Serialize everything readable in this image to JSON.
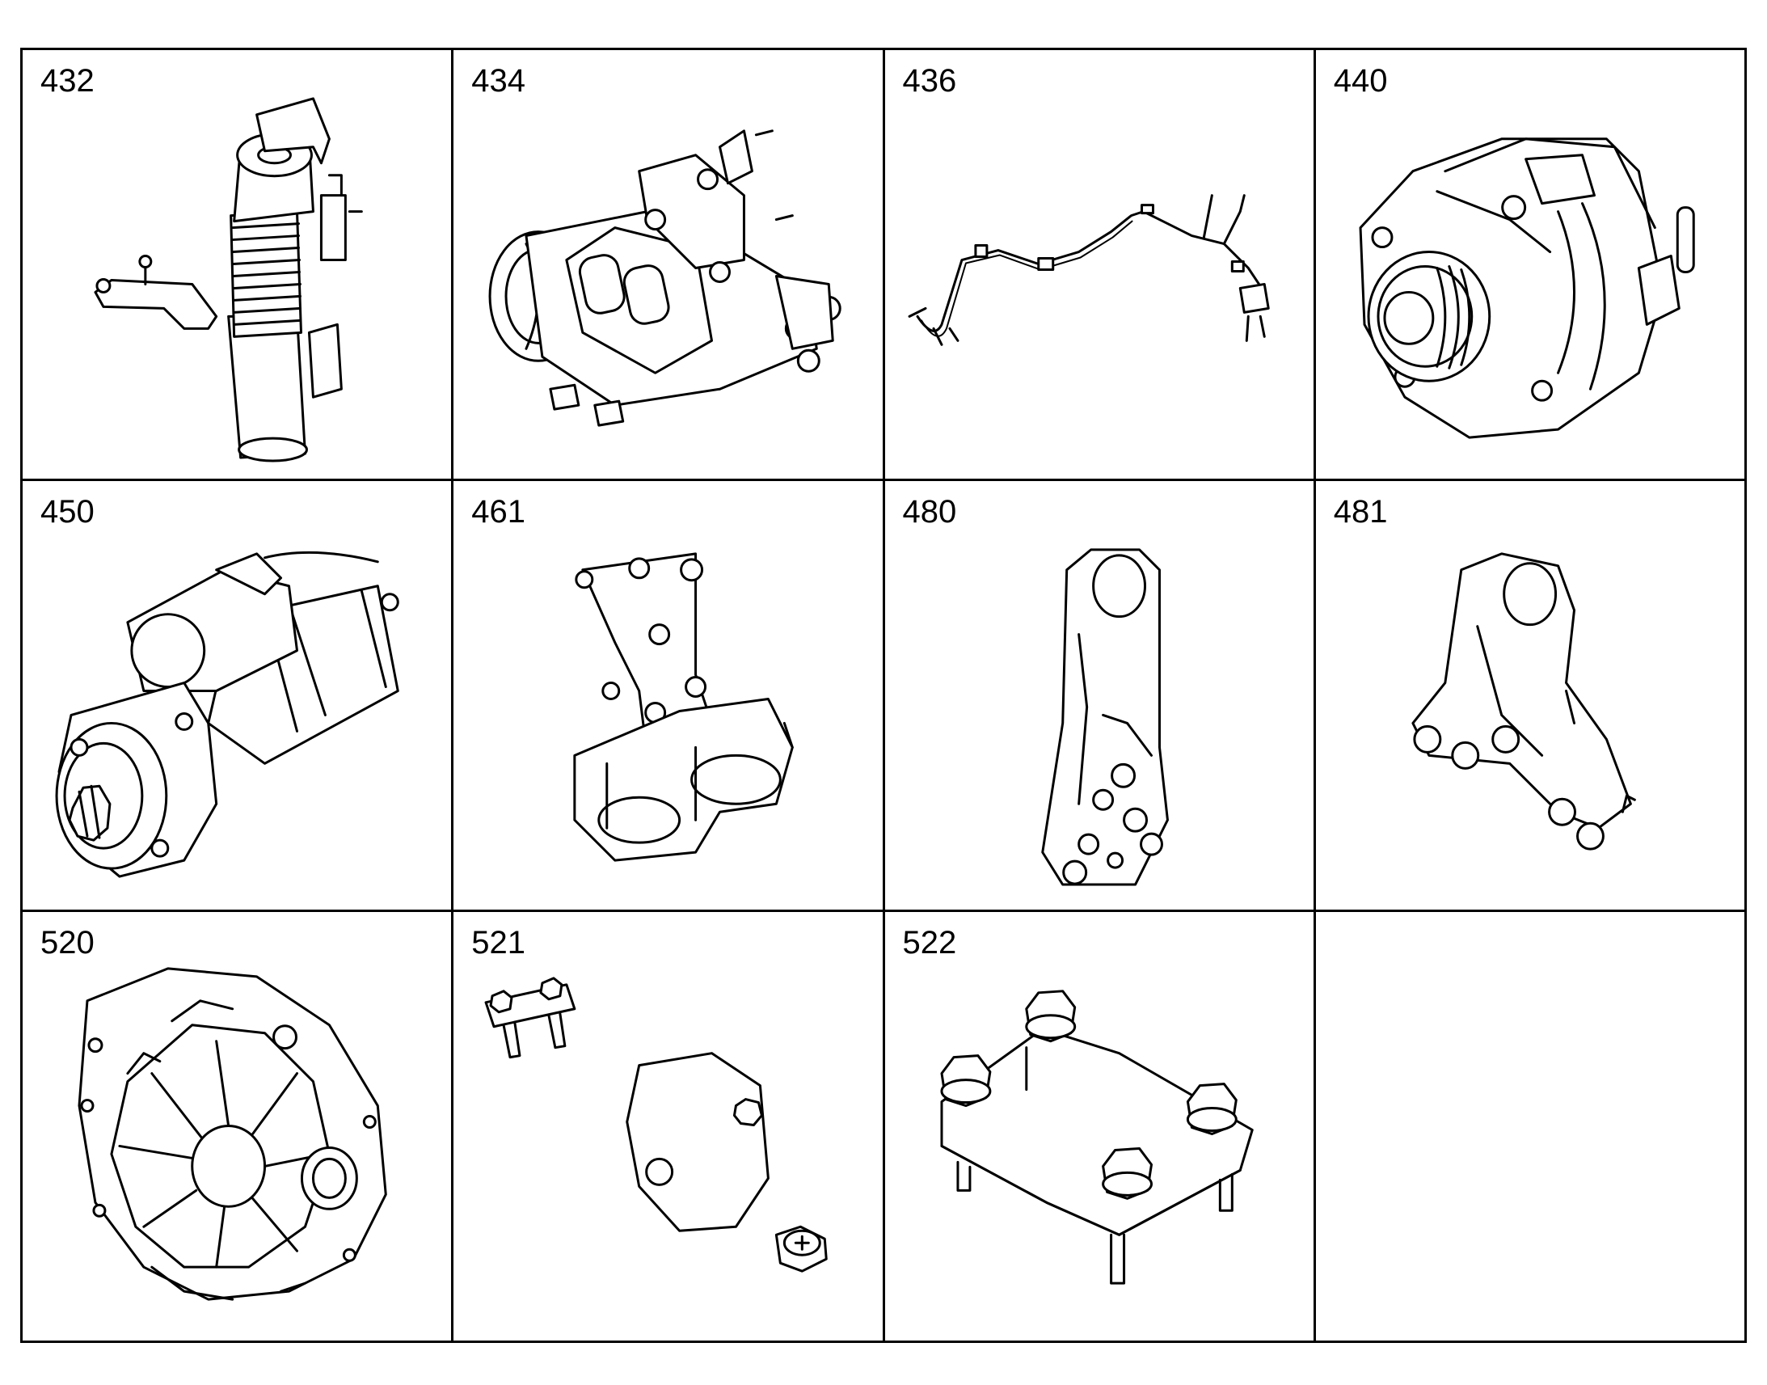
{
  "parts": [
    {
      "number": "432",
      "icon": "exhaust-pipe-bellows-icon"
    },
    {
      "number": "434",
      "icon": "egr-valve-bracket-icon"
    },
    {
      "number": "436",
      "icon": "wiring-harness-icon"
    },
    {
      "number": "440",
      "icon": "alternator-icon"
    },
    {
      "number": "450",
      "icon": "starter-motor-icon"
    },
    {
      "number": "461",
      "icon": "pipe-clamp-bracket-icon"
    },
    {
      "number": "480",
      "icon": "lifting-eye-long-icon"
    },
    {
      "number": "481",
      "icon": "lifting-eye-short-icon"
    },
    {
      "number": "520",
      "icon": "flywheel-housing-icon"
    },
    {
      "number": "521",
      "icon": "cover-plate-kit-icon"
    },
    {
      "number": "522",
      "icon": "clamp-plate-bolts-icon"
    },
    {
      "number": "",
      "icon": ""
    }
  ]
}
